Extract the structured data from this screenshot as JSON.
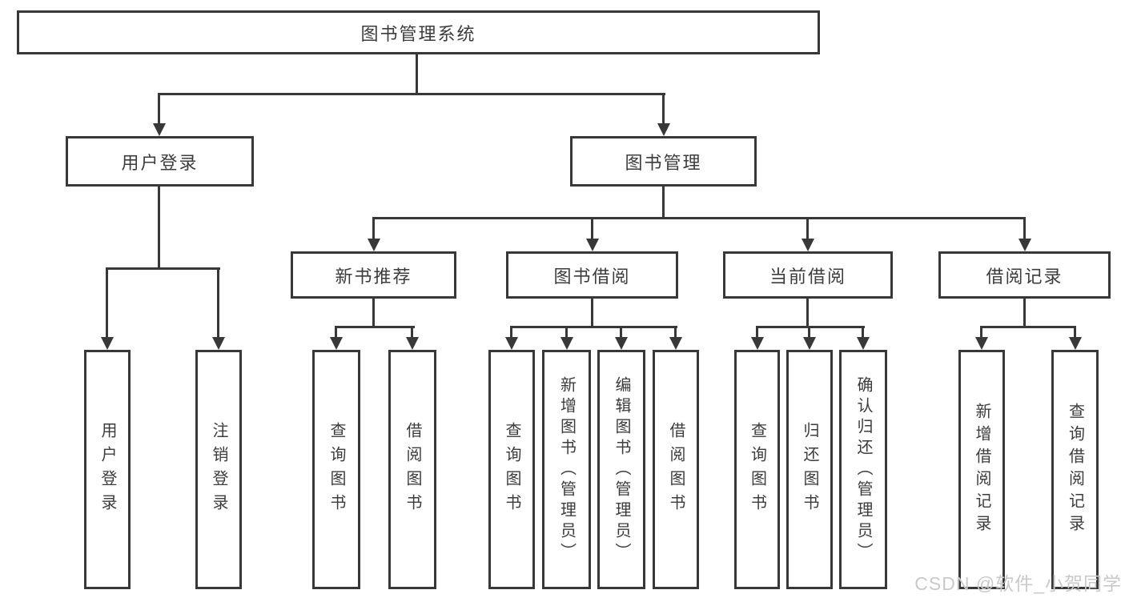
{
  "diagram": {
    "type": "hierarchy",
    "root": {
      "label": "图书管理系统"
    },
    "branches": [
      {
        "label": "用户登录",
        "children": [
          {
            "label": "用户登录"
          },
          {
            "label": "注销登录"
          }
        ]
      },
      {
        "label": "图书管理",
        "children": [
          {
            "label": "新书推荐",
            "children": [
              {
                "label": "查询图书"
              },
              {
                "label": "借阅图书"
              }
            ]
          },
          {
            "label": "图书借阅",
            "children": [
              {
                "label": "查询图书"
              },
              {
                "label": "新增图书（管理员）"
              },
              {
                "label": "编辑图书（管理员）"
              },
              {
                "label": "借阅图书"
              }
            ]
          },
          {
            "label": "当前借阅",
            "children": [
              {
                "label": "查询图书"
              },
              {
                "label": "归还图书"
              },
              {
                "label": "确认归还（管理员）"
              }
            ]
          },
          {
            "label": "借阅记录",
            "children": [
              {
                "label": "新增借阅记录"
              },
              {
                "label": "查询借阅记录"
              }
            ]
          }
        ]
      }
    ]
  },
  "watermark": {
    "label": "CSDN @软件_小贺同学"
  },
  "colors": {
    "line": "#383838",
    "text": "#3c3c3c",
    "background": "#ffffff",
    "watermark": "#c9c9c9"
  }
}
